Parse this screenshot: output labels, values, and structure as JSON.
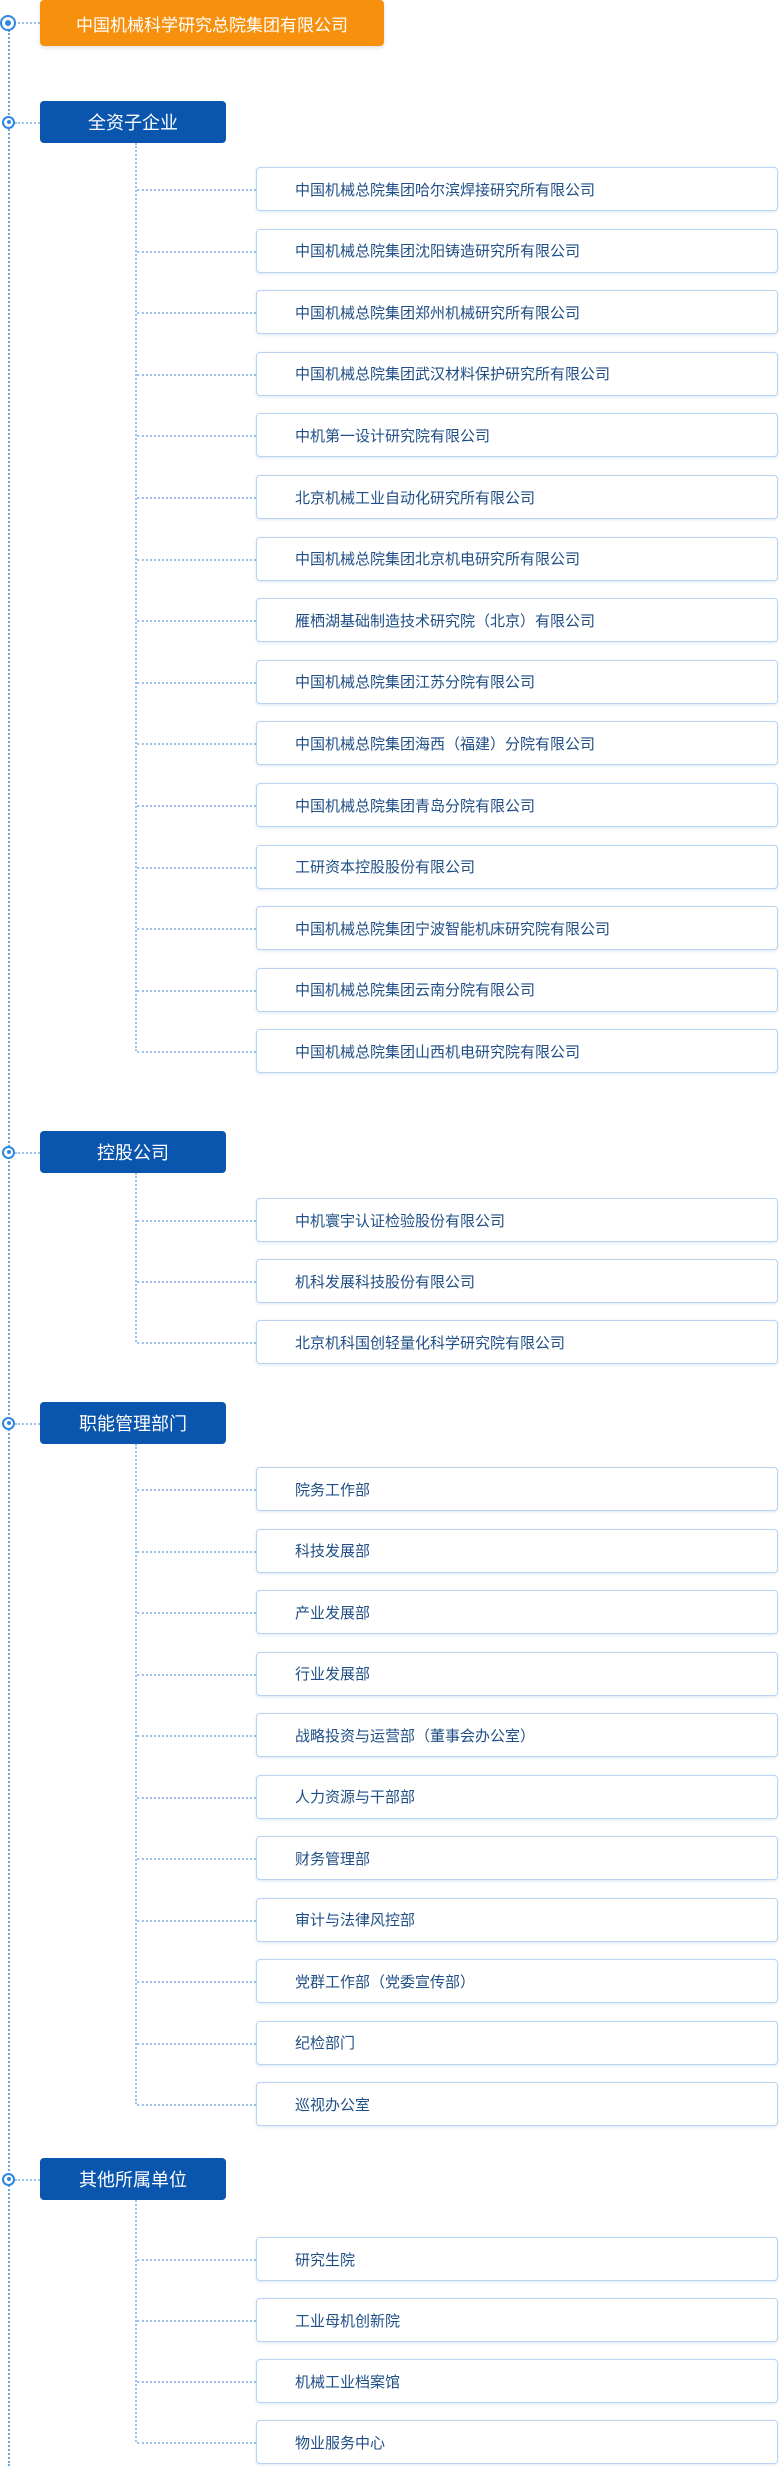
{
  "root": {
    "label": "中国机械科学研究总院集团有限公司"
  },
  "sections": [
    {
      "key": "wholly-owned",
      "title": "全资子企业",
      "items": [
        "中国机械总院集团哈尔滨焊接研究所有限公司",
        "中国机械总院集团沈阳铸造研究所有限公司",
        "中国机械总院集团郑州机械研究所有限公司",
        "中国机械总院集团武汉材料保护研究所有限公司",
        "中机第一设计研究院有限公司",
        "北京机械工业自动化研究所有限公司",
        "中国机械总院集团北京机电研究所有限公司",
        "雁栖湖基础制造技术研究院（北京）有限公司",
        "中国机械总院集团江苏分院有限公司",
        "中国机械总院集团海西（福建）分院有限公司",
        "中国机械总院集团青岛分院有限公司",
        "工研资本控股股份有限公司",
        "中国机械总院集团宁波智能机床研究院有限公司",
        "中国机械总院集团云南分院有限公司",
        "中国机械总院集团山西机电研究院有限公司"
      ]
    },
    {
      "key": "holding",
      "title": "控股公司",
      "items": [
        "中机寰宇认证检验股份有限公司",
        "机科发展科技股份有限公司",
        "北京机科国创轻量化科学研究院有限公司"
      ]
    },
    {
      "key": "functional",
      "title": "职能管理部门",
      "items": [
        "院务工作部",
        "科技发展部",
        "产业发展部",
        "行业发展部",
        "战略投资与运营部（董事会办公室）",
        "人力资源与干部部",
        "财务管理部",
        "审计与法律风控部",
        "党群工作部（党委宣传部）",
        "纪检部门",
        "巡视办公室"
      ]
    },
    {
      "key": "other",
      "title": "其他所属单位",
      "items": [
        "研究生院",
        "工业母机创新院",
        "机械工业档案馆",
        "物业服务中心"
      ]
    }
  ]
}
